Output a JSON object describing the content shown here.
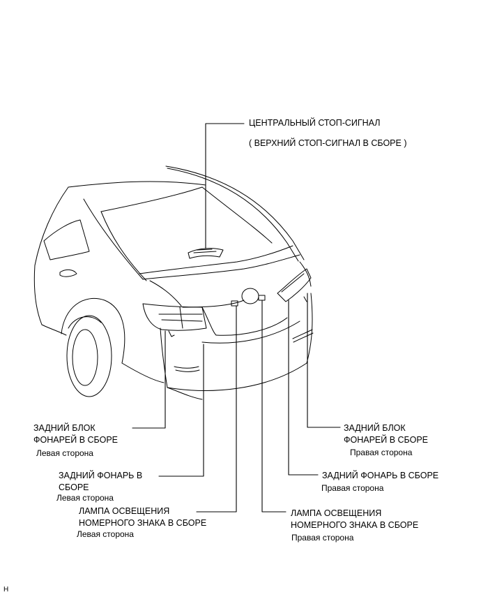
{
  "callouts": {
    "high_mount": {
      "title": "ЦЕНТРАЛЬНЫЙ СТОП-СИГНАЛ",
      "subtitle": "( ВЕРХНИЙ СТОП-СИГНАЛ В СБОРЕ )"
    },
    "rear_combo_left": {
      "line1": "ЗАДНИЙ БЛОК",
      "line2": "ФОНАРЕЙ В СБОРЕ",
      "side": "Левая сторона"
    },
    "rear_light_left": {
      "line1": "ЗАДНИЙ ФОНАРЬ В",
      "line2": "СБОРЕ",
      "side": "Левая сторона"
    },
    "license_left": {
      "line1": "ЛАМПА ОСВЕЩЕНИЯ",
      "line2": "НОМЕРНОГО ЗНАКА В СБОРЕ",
      "side": "Левая сторона"
    },
    "rear_combo_right": {
      "line1": "ЗАДНИЙ БЛОК",
      "line2": "ФОНАРЕЙ В СБОРЕ",
      "side": "Правая сторона"
    },
    "rear_light_right": {
      "line1": "ЗАДНИЙ ФОНАРЬ В СБОРЕ",
      "side": "Правая сторона"
    },
    "license_right": {
      "line1": "ЛАМПА ОСВЕЩЕНИЯ",
      "line2": "НОМЕРНОГО ЗНАКА В СБОРЕ",
      "side": "Правая сторона"
    }
  },
  "corner_mark": "H"
}
